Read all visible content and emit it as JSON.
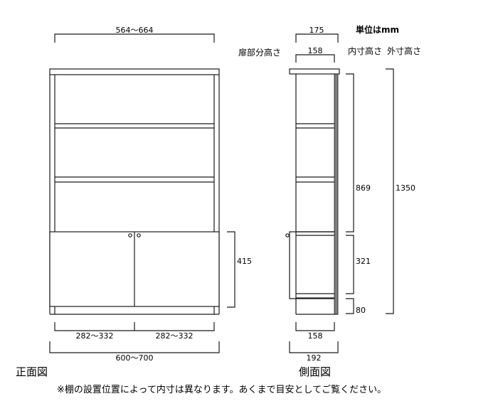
{
  "unit_label": "単位はmm",
  "front_view": {
    "title": "正面図",
    "door_height_header": "扉部分高さ",
    "inner_width": "564〜664",
    "door_height": "415",
    "door_width_left": "282〜332",
    "door_width_right": "282〜332",
    "outer_width": "600〜700"
  },
  "side_view": {
    "title": "側面図",
    "top_depth": "175",
    "inner_depth_top": "158",
    "inner_height_header": "内寸高さ",
    "outer_height_header": "外寸高さ",
    "inner_height_upper": "869",
    "inner_height_lower": "321",
    "base_height": "80",
    "outer_height": "1350",
    "inner_depth_bottom": "158",
    "outer_depth": "192"
  },
  "footnote": "※棚の設置位置によって内寸は異なります。あくまで目安としてご覧ください。",
  "colors": {
    "line": "#1a1a1a",
    "back_panel": "#808080",
    "background": "#ffffff"
  }
}
